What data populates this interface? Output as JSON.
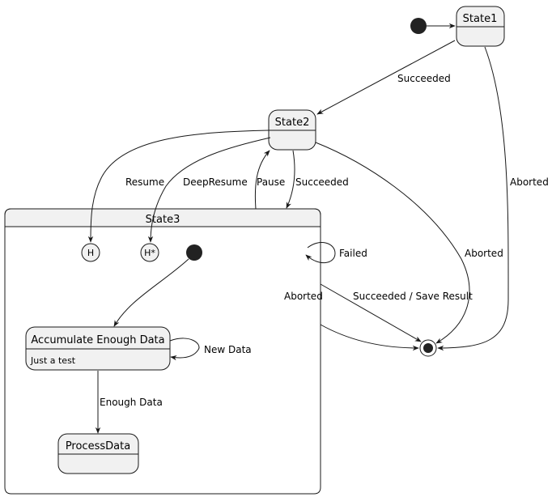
{
  "states": {
    "state1": "State1",
    "state2": "State2",
    "state3": "State3",
    "accumulate": "Accumulate Enough Data",
    "accumulate_desc": "Just a test",
    "process": "ProcessData"
  },
  "history": {
    "shallow": "H",
    "deep": "H*"
  },
  "transitions": {
    "succeeded_1_2": "Succeeded",
    "aborted_1_end": "Aborted",
    "resume": "Resume",
    "deep_resume": "DeepResume",
    "pause": "Pause",
    "succeeded_2_3": "Succeeded",
    "aborted_2_end": "Aborted",
    "failed": "Failed",
    "aborted_3_end": "Aborted",
    "succeeded_save": "Succeeded / Save Result",
    "new_data": "New Data",
    "enough_data": "Enough Data"
  }
}
